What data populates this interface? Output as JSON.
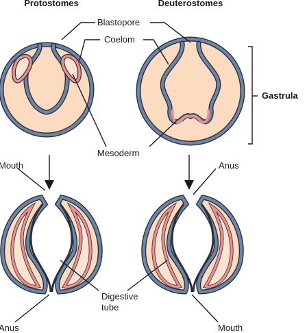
{
  "headers": {
    "left": "Protostomes",
    "right": "Deuterostomes"
  },
  "labels": {
    "blastopore": "Blastopore",
    "coelom": "Coelom",
    "gastrula": "Gastrula",
    "mesoderm": "Mesoderm",
    "mouth_left": "Mouth",
    "anus_right": "Anus",
    "digestive_1": "Digestive",
    "digestive_2": "tube",
    "anus_left": "Anus",
    "mouth_right": "Mouth"
  },
  "colors": {
    "ectoderm": "#6d86a8",
    "outline": "#2b2f3a",
    "fill": "#fbdcc0",
    "mesoderm": "#ec8f8f",
    "mesoderm_fill": "#fde3d0"
  }
}
